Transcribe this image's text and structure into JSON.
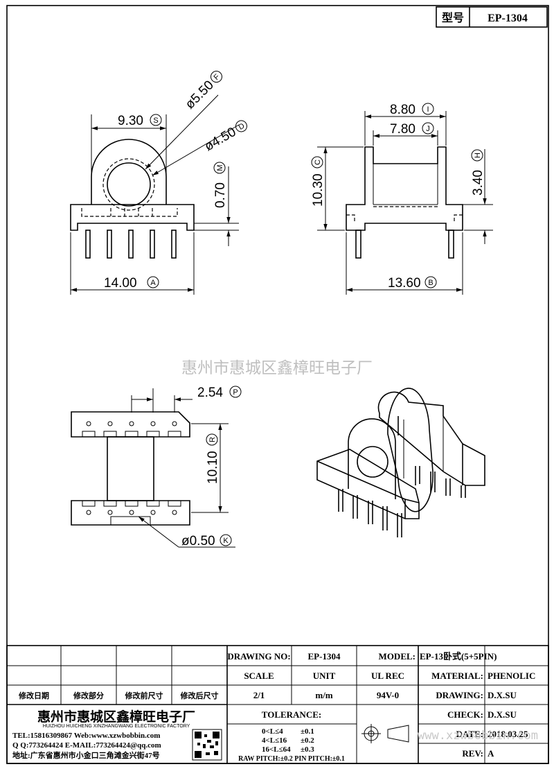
{
  "header": {
    "model_label": "型号",
    "model_value": "EP-1304"
  },
  "dimensions": {
    "a": {
      "value": "14.00",
      "tag": "A"
    },
    "b": {
      "value": "13.60",
      "tag": "B"
    },
    "c": {
      "value": "10.30",
      "tag": "C"
    },
    "d": {
      "value": "ø4.50",
      "tag": "D"
    },
    "f": {
      "value": "ø5.50",
      "tag": "F"
    },
    "h": {
      "value": "3.40",
      "tag": "H"
    },
    "i": {
      "value": "8.80",
      "tag": "I"
    },
    "j": {
      "value": "7.80",
      "tag": "J"
    },
    "k": {
      "value": "ø0.50",
      "tag": "K"
    },
    "m": {
      "value": "0.70",
      "tag": "M"
    },
    "p": {
      "value": "2.54",
      "tag": "P"
    },
    "r": {
      "value": "10.10",
      "tag": "R"
    },
    "s": {
      "value": "9.30",
      "tag": "S"
    }
  },
  "watermark": {
    "center": "惠州市惠城区鑫樟旺电子厂",
    "website": "www.xzwbobbin.com"
  },
  "title_block": {
    "revision_headers": [
      "修改日期",
      "修改部分",
      "修改前尺寸",
      "修改后尺寸"
    ],
    "drawing_no_label": "DRAWING NO:",
    "drawing_no": "EP-1304",
    "model_label": "MODEL:",
    "model": "EP-13卧式(5+5PIN)",
    "scale_label": "SCALE",
    "unit_label": "UNIT",
    "ulrec_label": "UL REC",
    "material_label": "MATERIAL:",
    "material": "PHENOLIC",
    "scale": "2/1",
    "unit": "m/m",
    "ulrec": "94V-0",
    "drawing_label": "DRAWING:",
    "drawing": "D.X.SU",
    "check_label": "CHECK:",
    "check": "D.X.SU",
    "date_label": "DATE:",
    "date": "2018.03.25",
    "rev_label": "REV:",
    "rev": "A",
    "tolerance_label": "TOLERANCE:",
    "tol1_range": "0<L≤4",
    "tol1_val": "±0.1",
    "tol2_range": "4<L≤16",
    "tol2_val": "±0.2",
    "tol3_range": "16<L≤64",
    "tol3_val": "±0.3",
    "pitch": "RAW PITCH:±0.2 PIN PITCH:±0.1"
  },
  "company": {
    "name_cn": "惠州市惠城区鑫樟旺电子厂",
    "name_en": "HUIZHOU HUICHENG XINZHANGWANG ELECTRONIC FACTORY",
    "tel": "TEL:15816309867 Web:www.xzwbobbin.com",
    "qq": "Q Q:773264424 E-MAIL:773264424@qq.com",
    "addr": "地址:广东省惠州市小金口三角滩金兴街47号"
  }
}
